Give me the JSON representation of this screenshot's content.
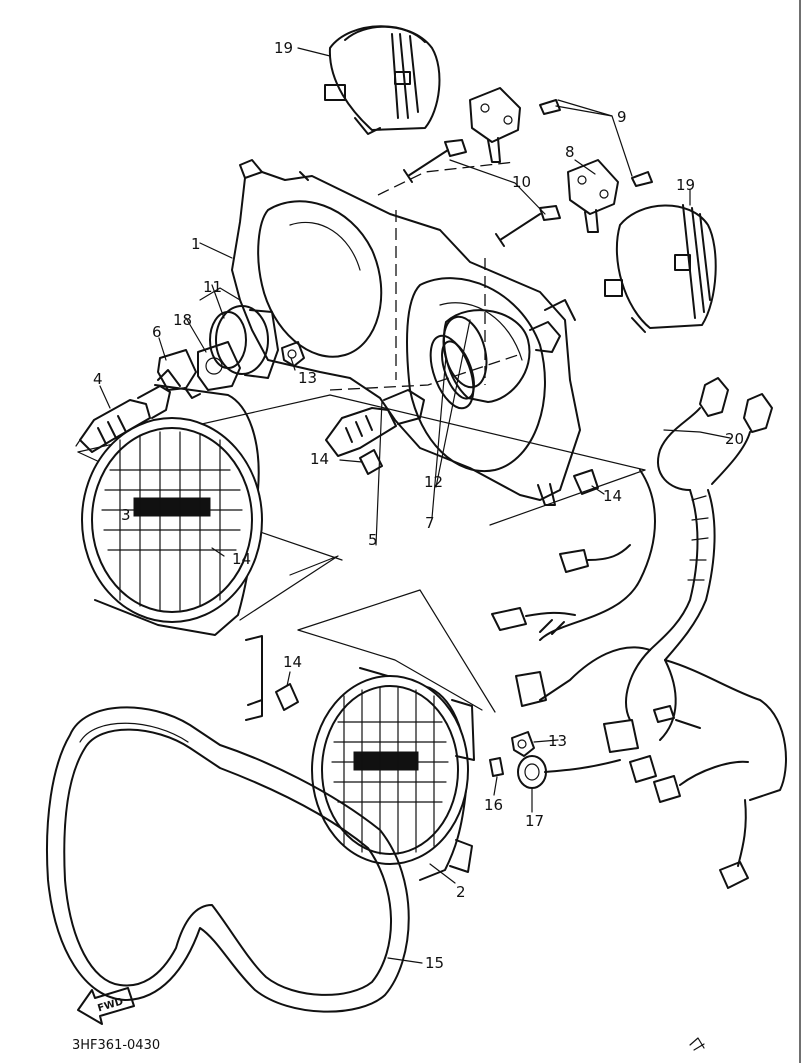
{
  "diagram": {
    "drawing_code": "3HF361-0430",
    "forward_arrow_label": "FWD",
    "callouts": [
      {
        "id": "c1",
        "label": "1"
      },
      {
        "id": "c2",
        "label": "2"
      },
      {
        "id": "c3",
        "label": "3"
      },
      {
        "id": "c4",
        "label": "4"
      },
      {
        "id": "c5",
        "label": "5"
      },
      {
        "id": "c6",
        "label": "6"
      },
      {
        "id": "c7",
        "label": "7"
      },
      {
        "id": "c8",
        "label": "8"
      },
      {
        "id": "c9",
        "label": "9"
      },
      {
        "id": "c10",
        "label": "10"
      },
      {
        "id": "c11",
        "label": "11"
      },
      {
        "id": "c12",
        "label": "12"
      },
      {
        "id": "c13a",
        "label": "13"
      },
      {
        "id": "c13b",
        "label": "13"
      },
      {
        "id": "c14a",
        "label": "14"
      },
      {
        "id": "c14b",
        "label": "14"
      },
      {
        "id": "c14c",
        "label": "14"
      },
      {
        "id": "c14d",
        "label": "14"
      },
      {
        "id": "c15",
        "label": "15"
      },
      {
        "id": "c16",
        "label": "16"
      },
      {
        "id": "c17",
        "label": "17"
      },
      {
        "id": "c18",
        "label": "18"
      },
      {
        "id": "c19a",
        "label": "19"
      },
      {
        "id": "c19b",
        "label": "19"
      },
      {
        "id": "c20",
        "label": "20"
      }
    ]
  }
}
